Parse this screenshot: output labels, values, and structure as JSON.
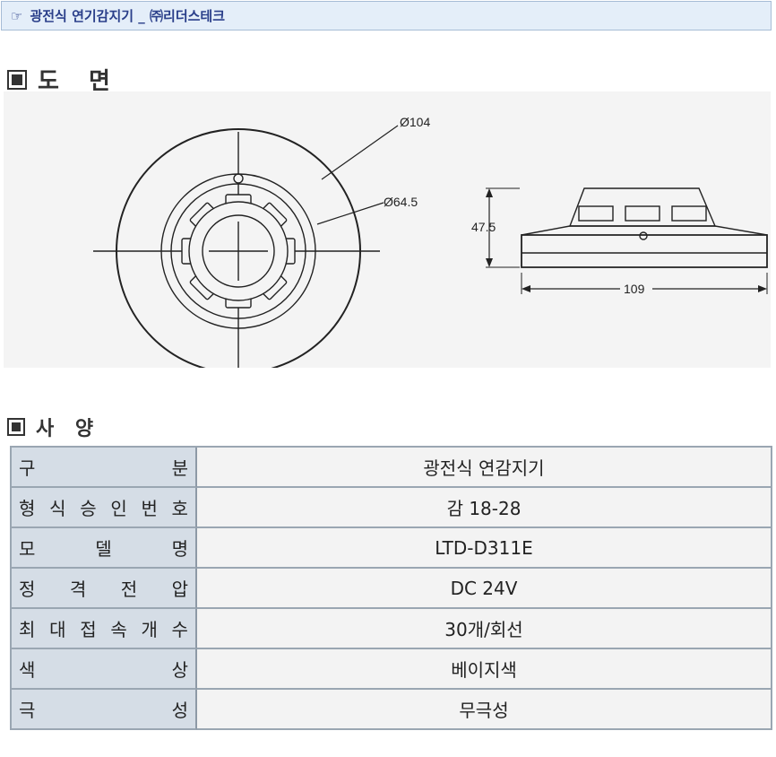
{
  "header": {
    "hand_icon": "☞",
    "title": "광전식 연기감지기 _ ㈜리더스테크"
  },
  "drawing_section": {
    "heading": "도 면",
    "icon": "square-bullet-icon",
    "dimensions": {
      "outer_diameter": "Ø104",
      "inner_diameter": "Ø64.5",
      "height": "47.5",
      "width": "109"
    }
  },
  "spec_section": {
    "heading": "사 양",
    "icon": "square-bullet-icon",
    "rows": [
      {
        "label_chars": [
          "구",
          "분"
        ],
        "value": "광전식 연감지기"
      },
      {
        "label_chars": [
          "형",
          "식",
          "승",
          "인",
          "번",
          "호"
        ],
        "value": "감 18-28"
      },
      {
        "label_chars": [
          "모",
          "델",
          "명"
        ],
        "value": "LTD-D311E"
      },
      {
        "label_chars": [
          "정",
          "격",
          "전",
          "압"
        ],
        "value": "DC 24V"
      },
      {
        "label_chars": [
          "최",
          "대",
          "접",
          "속",
          "개",
          "수"
        ],
        "value": "30개/회선"
      },
      {
        "label_chars": [
          "색",
          "상"
        ],
        "value": "베이지색"
      },
      {
        "label_chars": [
          "극",
          "성"
        ],
        "value": "무극성"
      }
    ]
  }
}
